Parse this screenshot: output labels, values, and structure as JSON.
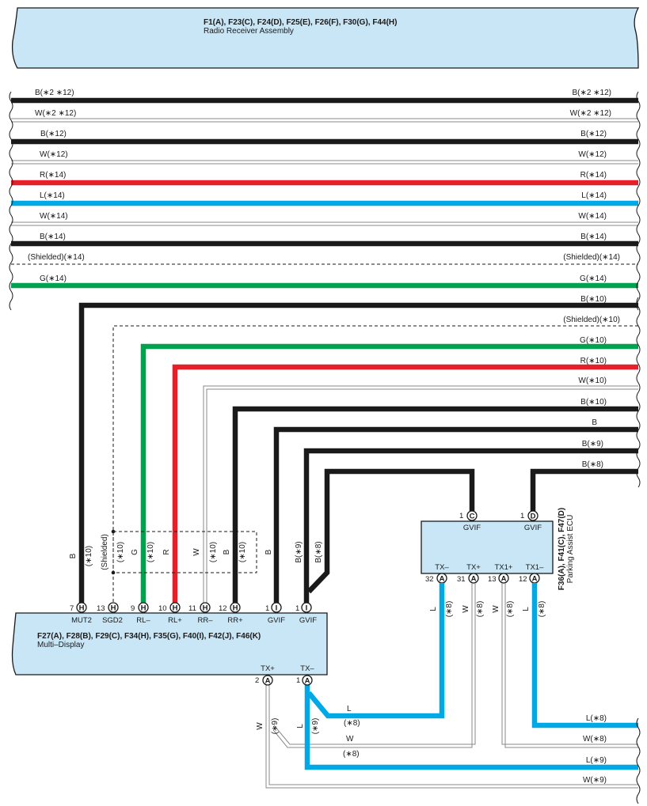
{
  "colors": {
    "black": "#1a1a1a",
    "red": "#e5202a",
    "blue": "#00a8e6",
    "green": "#009b4e",
    "white_wire": "#8a8a8a",
    "box_fill": "#c8e6f6"
  },
  "radio": {
    "connectors": "F1(A), F23(C), F24(D), F25(E), F26(F), F30(G), F44(H)",
    "name": "Radio Receiver Assembly"
  },
  "bus": [
    {
      "color": "black",
      "label": "B(∗2 ∗12)"
    },
    {
      "color": "white",
      "label": "W(∗2 ∗12)"
    },
    {
      "color": "black",
      "label": "B(∗12)"
    },
    {
      "color": "white",
      "label": "W(∗12)"
    },
    {
      "color": "red",
      "label": "R(∗14)"
    },
    {
      "color": "blue",
      "label": "L(∗14)"
    },
    {
      "color": "white",
      "label": "W(∗14)"
    },
    {
      "color": "black",
      "label": "B(∗14)"
    },
    {
      "color": "shielded",
      "label": "(Shielded)(∗14)"
    },
    {
      "color": "green",
      "label": "G(∗14)"
    }
  ],
  "right_wires": [
    {
      "color": "black",
      "label": "B(∗10)"
    },
    {
      "color": "shielded",
      "label": "(Shielded)(∗10)"
    },
    {
      "color": "green",
      "label": "G(∗10)"
    },
    {
      "color": "red",
      "label": "R(∗10)"
    },
    {
      "color": "white",
      "label": "W(∗10)"
    },
    {
      "color": "black",
      "label": "B(∗10)"
    },
    {
      "color": "black",
      "label": "B"
    },
    {
      "color": "black",
      "label": "B(∗9)"
    },
    {
      "color": "black",
      "label": "B(∗8)"
    }
  ],
  "multi_display": {
    "connectors": "F27(A), F28(B), F29(C), F34(H), F35(G), F40(I), F42(J), F46(K)",
    "name": "Multi–Display",
    "top_pins": [
      {
        "num": "7",
        "conn": "H",
        "name": "MUT2"
      },
      {
        "num": "13",
        "conn": "H",
        "name": "SGD2"
      },
      {
        "num": "9",
        "conn": "H",
        "name": "RL–"
      },
      {
        "num": "10",
        "conn": "H",
        "name": "RL+"
      },
      {
        "num": "11",
        "conn": "H",
        "name": "RR–"
      },
      {
        "num": "12",
        "conn": "H",
        "name": "RR+"
      },
      {
        "num": "1",
        "conn": "I",
        "name": "GVIF"
      },
      {
        "num": "1",
        "conn": "I",
        "name": "GVIF"
      }
    ],
    "bottom_pins": [
      {
        "num": "2",
        "conn": "A",
        "name": "TX+"
      },
      {
        "num": "1",
        "conn": "A",
        "name": "TX–"
      }
    ]
  },
  "parking_ecu": {
    "connectors": "F36(A), F41(C), F47(D)",
    "name": "Parking Assist ECU",
    "top_pins": [
      {
        "num": "1",
        "conn": "C",
        "name": "GVIF"
      },
      {
        "num": "1",
        "conn": "D",
        "name": "GVIF"
      }
    ],
    "bottom_pins": [
      {
        "num": "32",
        "conn": "A",
        "name": "TX–"
      },
      {
        "num": "31",
        "conn": "A",
        "name": "TX+"
      },
      {
        "num": "13",
        "conn": "A",
        "name": "TX1+"
      },
      {
        "num": "12",
        "conn": "A",
        "name": "TX1–"
      }
    ]
  },
  "vertical_labels": {
    "mut2_color": "B",
    "mut2_note": "(∗10)",
    "sgd2_color": "(Shielded)",
    "sgd2_note": "(∗10)",
    "rlm_color": "G",
    "rlm_note": "(∗10)",
    "rlp_color": "R",
    "rrm_color": "W",
    "rrm_note": "(∗10)",
    "rrp_color": "B",
    "rrp_note": "(∗10)",
    "gvif1_color": "B",
    "gvif2_color": "B(∗9)",
    "gvif3_color": "B(∗8)",
    "pa32_color": "L",
    "pa32_note": "(∗8)",
    "pa31_color": "W",
    "pa31_note": "(∗8)",
    "pa13_color": "W",
    "pa13_note": "(∗8)",
    "pa12_color": "L",
    "pa12_note": "(∗8)",
    "md2_color": "W",
    "md2_note": "(∗9)",
    "md1_color": "L",
    "md1_note": "(∗9)"
  },
  "lower_labels": {
    "l8_mid": "L",
    "l8_mid_note": "(∗8)",
    "w8_mid": "W",
    "w8_mid_note": "(∗8)",
    "l8_right": "L(∗8)",
    "w8_right": "W(∗8)",
    "l9_right": "L(∗9)",
    "w9_right": "W(∗9)"
  }
}
